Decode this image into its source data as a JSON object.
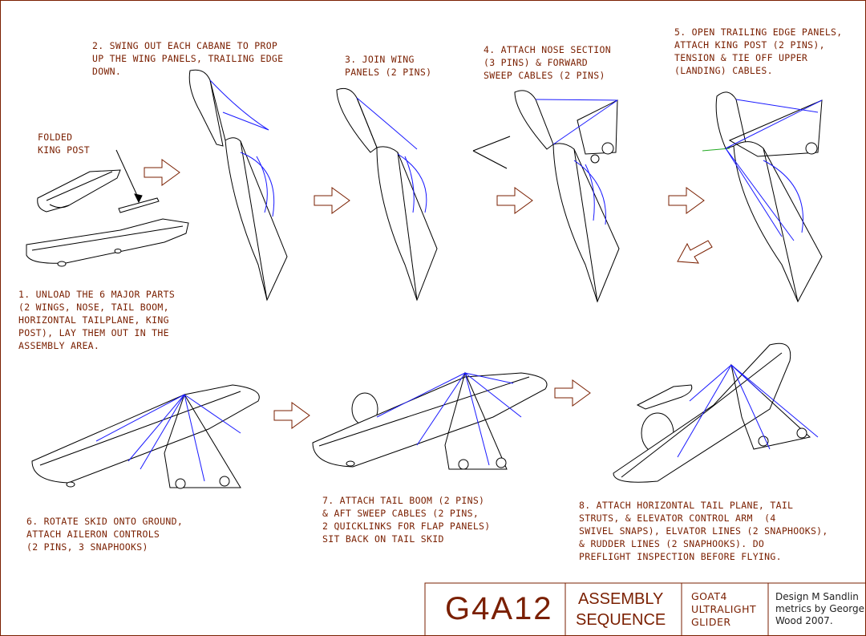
{
  "steps": [
    "1. UNLOAD THE 6 MAJOR PARTS\n(2 WINGS, NOSE, TAIL BOOM,\nHORIZONTAL TAILPLANE, KING\nPOST), LAY THEM OUT IN THE\nASSEMBLY AREA.",
    "2. SWING OUT EACH CABANE TO PROP\nUP THE WING PANELS, TRAILING EDGE\nDOWN.",
    "3. JOIN WING\nPANELS (2 PINS)",
    "4. ATTACH NOSE SECTION\n(3 PINS) & FORWARD\nSWEEP CABLES (2 PINS)",
    "5. OPEN TRAILING EDGE PANELS,\nATTACH KING POST (2 PINS),\nTENSION & TIE OFF UPPER\n(LANDING) CABLES.",
    "6. ROTATE SKID ONTO GROUND,\nATTACH AILERON CONTROLS\n(2 PINS, 3 SNAPHOOKS)",
    "7. ATTACH TAIL BOOM (2 PINS)\n& AFT SWEEP CABLES (2 PINS,\n2 QUICKLINKS FOR FLAP PANELS)\nSIT BACK ON TAIL SKID",
    "8. ATTACH HORIZONTAL TAIL PLANE, TAIL\nSTRUTS, & ELEVATOR CONTROL ARM  (4\nSWIVEL SNAPS), ELVATOR LINES (2 SNAPHOOKS),\n& RUDDER LINES (2 SNAPHOOKS). DO\nPREFLIGHT INSPECTION BEFORE FLYING."
  ],
  "callout": "FOLDED\nKING POST",
  "title_block": {
    "drawing_number": "G4A12",
    "title": "ASSEMBLY\nSEQUENCE",
    "project": "GOAT4\nULTRALIGHT\nGLIDER",
    "credit": "Design M Sandlin\nmetrics by George\nWood 2007."
  },
  "colors": {
    "text": "#7a1f00",
    "line": "#000000",
    "cable": "#1a1aff",
    "border": "#7a1f00",
    "king_post_axis": "#22aa22"
  }
}
